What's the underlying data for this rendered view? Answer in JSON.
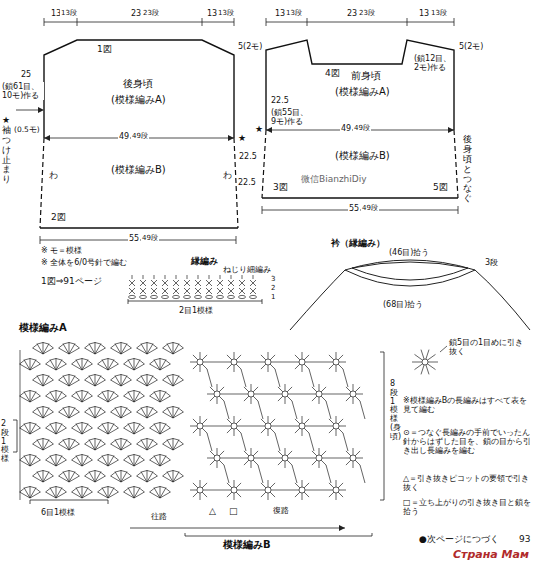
{
  "diagram": {
    "nodes": [
      {
        "text": [
          "後身頃",
          "(模様編みA)",
          "(模様編みB)"
        ]
      },
      {
        "text": [
          "前身頃",
          "(模様編みA)",
          "(模様編みB)"
        ]
      }
    ],
    "labels": [
      "13",
      "13段",
      "23",
      "23段",
      "13",
      "13段",
      "13",
      "13段",
      "23",
      "23段",
      "13",
      "13段",
      "1図",
      "5(2モ)",
      "5(2モ)",
      "4図",
      "(鎖12目、2モ)作る",
      "25",
      "(鎖61目、10モ)作る",
      "★袖つけ止まり",
      "(0.5モ)",
      "49",
      "49段",
      "★",
      "★",
      "49",
      "49段",
      "わ",
      "わ",
      "2図",
      "22.5",
      "55",
      "49段",
      "22.5",
      "(鎖55目、9モ)作る",
      "22.5",
      "3図",
      "5図",
      "微信BianzhiDiy",
      "後身頃とつなぐ",
      "55",
      "49段",
      "※ モ＝模様",
      "※ 全体を6/0号針で編む",
      "1図⇒91ページ",
      "縁編み",
      "ねじり細編み",
      "3",
      "2",
      "1",
      "2目1模様",
      "衿（縁編み）",
      "(46目)拾う",
      "3段",
      "(68目)拾う",
      "模様編みA",
      "2段1模様",
      "6目1模様",
      "8段1模様(身頃)",
      "往路",
      "復路",
      "△",
      "□",
      "模様編みB",
      "鎖5目の1目めに引き抜く",
      "※模様編みBの長編みはすべて表を見て編む",
      "⊙＝つなぐ長編みの手前でいったん針からはずした目を、鎖の目から引き出し長編みを編む",
      "△＝引き抜きピコットの要領で引き抜く",
      "□＝立ち上がりの引き抜き目と鎖を拾う",
      "●次ページにつづく",
      "93",
      "Страна Мам"
    ]
  }
}
